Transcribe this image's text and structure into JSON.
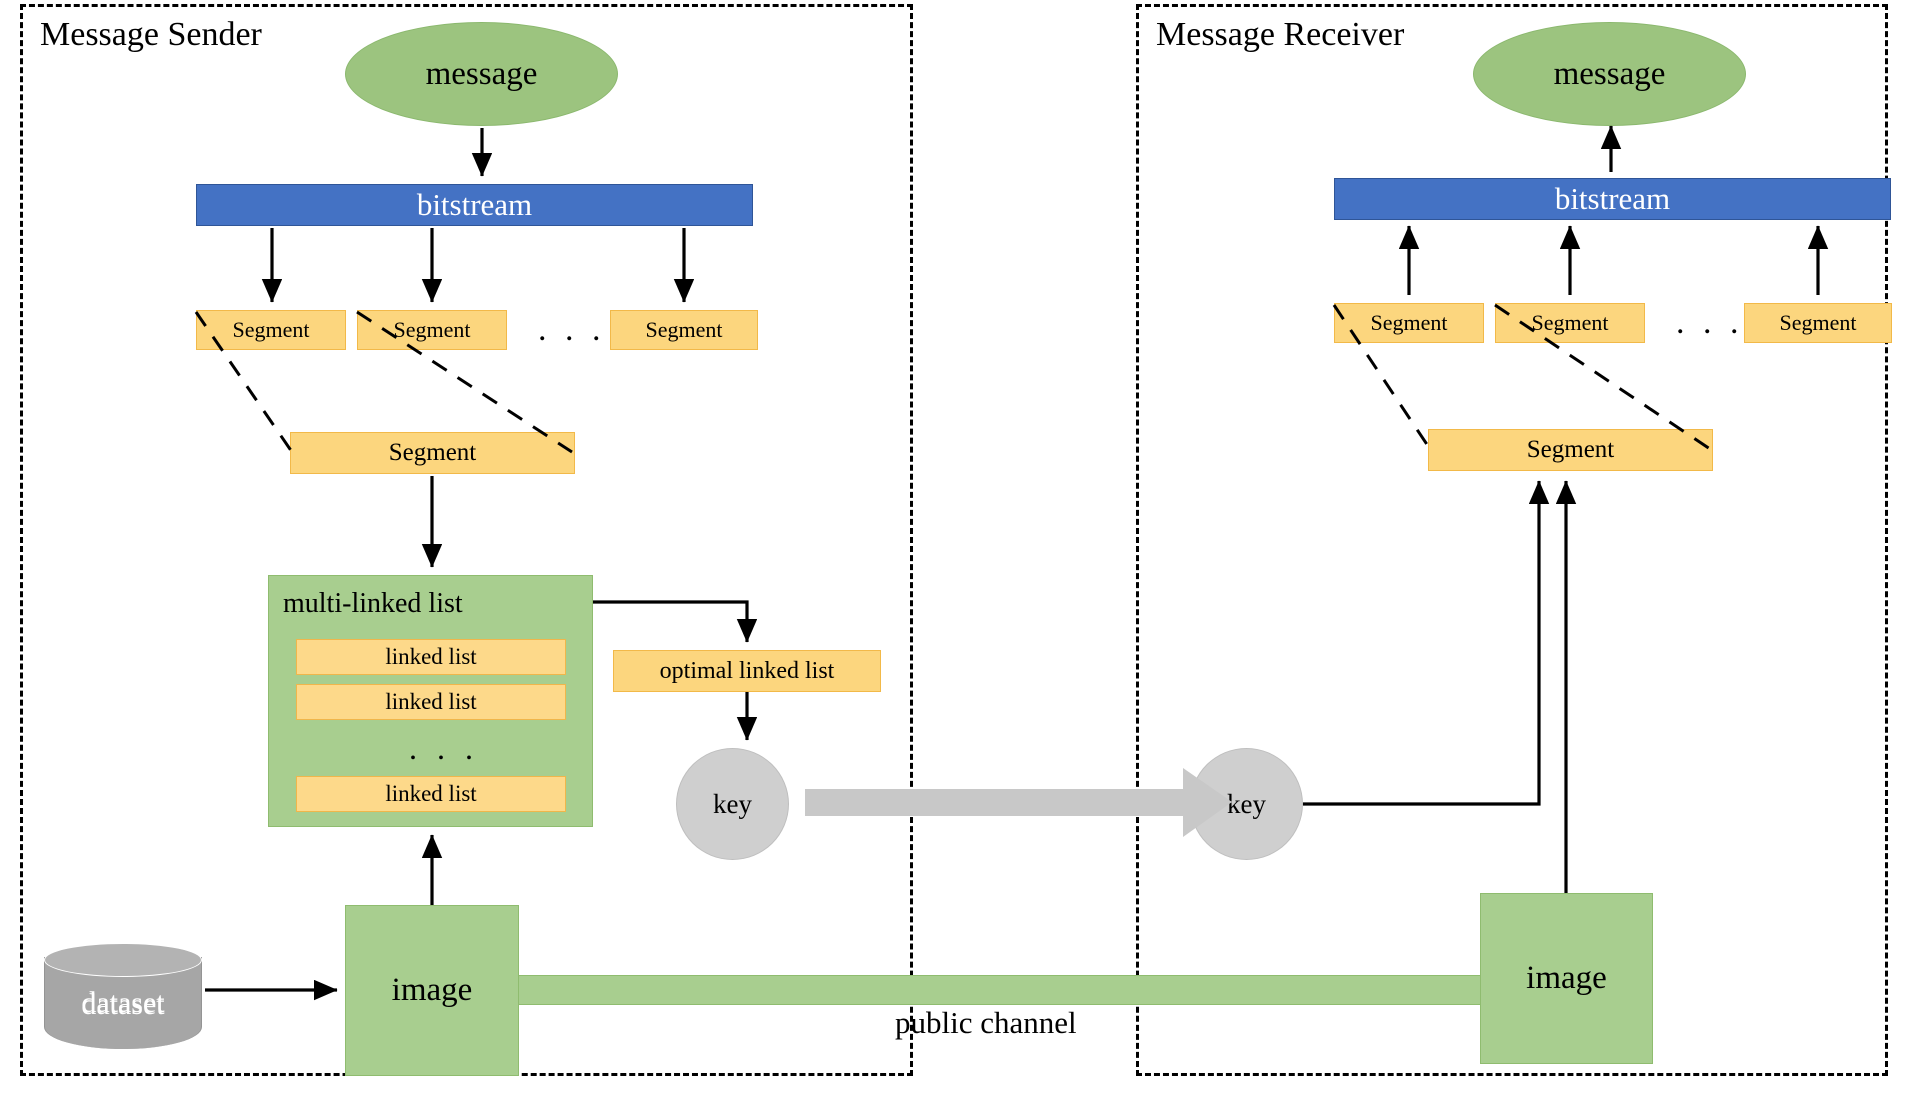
{
  "diagram": {
    "title": "Steganography message sender / receiver pipeline",
    "colors": {
      "bitstream_blue": "#4472C4",
      "segment_yellow": "#FCD67E",
      "green": "#A8CE8F",
      "ellipse_green": "#9CC47F",
      "key_grey": "#CFCFCF",
      "dataset_grey": "#A6A6A6",
      "boundary": "#000000"
    },
    "sender": {
      "title": "Message Sender",
      "message_label": "message",
      "bitstream_label": "bitstream",
      "segments": [
        {
          "label": "Segment"
        },
        {
          "label": "Segment"
        },
        {
          "label": "Segment"
        }
      ],
      "segments_ellipsis": ". . .",
      "expanded_segment_label": "Segment",
      "multi_linked_list_label": "multi-linked list",
      "linked_lists": [
        {
          "label": "linked list"
        },
        {
          "label": "linked list"
        },
        {
          "label": "linked list"
        }
      ],
      "linked_lists_ellipsis": ". . .",
      "optimal_linked_list_label": "optimal linked list",
      "key_label": "key",
      "dataset_label": "dataset",
      "image_label": "image"
    },
    "receiver": {
      "title": "Message Receiver",
      "message_label": "message",
      "bitstream_label": "bitstream",
      "segments": [
        {
          "label": "Segment"
        },
        {
          "label": "Segment"
        },
        {
          "label": "Segment"
        }
      ],
      "segments_ellipsis": ". . .",
      "expanded_segment_label": "Segment",
      "key_label": "key",
      "image_label": "image"
    },
    "channel": {
      "label": "public channel"
    }
  }
}
